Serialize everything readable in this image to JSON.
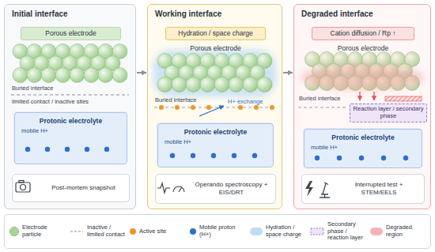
{
  "diagram": {
    "nodes": [
      {
        "text": [
          "Initial interface"
        ]
      },
      {
        "text": [
          "Porous electrode"
        ],
        "in": 0
      },
      {
        "text": [
          "Protonic electrolyte",
          "mobile H+"
        ],
        "in": 0
      },
      {
        "text": [
          "Post-mortem snapshot"
        ],
        "in": 0
      },
      {
        "text": [
          "Working interface"
        ]
      },
      {
        "text": [
          "Hydration / space charge"
        ],
        "in": 4
      },
      {
        "text": [
          "Protonic electrolyte",
          "mobile H+"
        ],
        "in": 4
      },
      {
        "text": [
          "Operando spectroscopy + EIS/DRT"
        ],
        "in": 4
      },
      {
        "text": [
          "Degraded interface"
        ]
      },
      {
        "text": [
          "Cation diffusion / Rp ↑"
        ],
        "in": 8
      },
      {
        "text": [
          "Reaction layer / secondary phase"
        ],
        "in": 8
      },
      {
        "text": [
          "Protonic electrolyte",
          "mobile H+"
        ],
        "in": 8
      },
      {
        "text": [
          "Interrupted test + STEM/EELS"
        ],
        "in": 8
      }
    ],
    "edges": [
      {
        "from": 0,
        "to": 4,
        "arrow": "to"
      },
      {
        "from": 4,
        "to": 8,
        "arrow": "to"
      }
    ],
    "labels": [
      "Buried interface",
      "limited contact / inactive sites",
      "Porous electrode",
      "Buried interface",
      "H+ exchange",
      "Porous electrode",
      "Buried interface"
    ],
    "legend": [
      {
        "text": "Electrode particle",
        "color": "#a9d59b"
      },
      {
        "text": "Inactive / limited contact"
      },
      {
        "text": "Active site",
        "color": "#f0962d"
      },
      {
        "text": "Mobile proton (H+)",
        "color": "#2f6fd0"
      },
      {
        "text": "Hydration / space charge",
        "color": "#bfdcf5"
      },
      {
        "text": "Secondary phase / reaction layer"
      },
      {
        "text": "Degraded region",
        "color": "#f4b4b4"
      }
    ]
  }
}
